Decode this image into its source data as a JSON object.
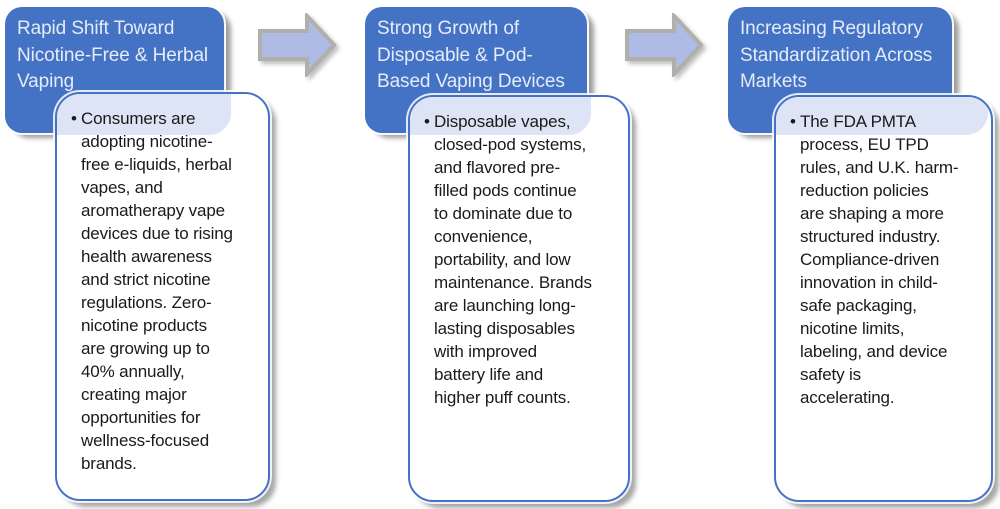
{
  "diagram": {
    "bullet_glyph": "•",
    "steps": [
      {
        "title": "Rapid Shift Toward\nNicotine-Free & Herbal\nVaping",
        "body": "Consumers are\nadopting nicotine-\nfree e-liquids, herbal\nvapes, and\naromatherapy vape\ndevices due to rising\nhealth awareness\nand strict nicotine\nregulations. Zero-\nnicotine products\nare growing up to\n40% annually,\ncreating major\nopportunities for\nwellness-focused\nbrands."
      },
      {
        "title": "Strong Growth of\nDisposable & Pod-\nBased Vaping Devices",
        "body": "Disposable vapes,\nclosed-pod systems,\nand flavored pre-\nfilled pods continue\nto dominate due to\nconvenience,\nportability, and low\nmaintenance. Brands\nare launching long-\nlasting disposables\nwith improved\nbattery life and\nhigher puff counts."
      },
      {
        "title": "Increasing Regulatory\nStandardization Across\nMarkets",
        "body": "The FDA PMTA\nprocess, EU TPD\nrules, and U.K. harm-\nreduction policies\nare shaping a more\nstructured industry.\nCompliance-driven\ninnovation in child-\nsafe packaging,\nnicotine limits,\nlabeling, and device\nsafety is\naccelerating."
      }
    ]
  },
  "colors": {
    "page-bg": "#FFFFFF",
    "header-bg": "#4472C4",
    "header-text": "#E4ECF8",
    "body-border": "#4472C4",
    "body-text": "#1A1A1A",
    "overlap-tint": "#DCE4F5",
    "arrow-fill": "#AEBCE5",
    "arrow-outline": "#B1AFAC"
  }
}
